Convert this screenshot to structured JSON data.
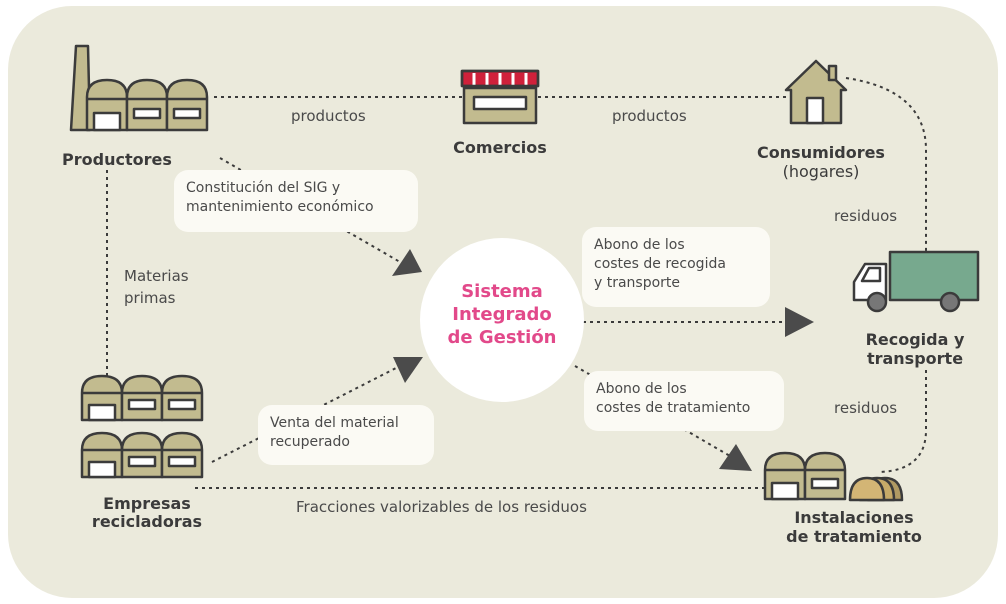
{
  "colors": {
    "background_panel": "#ebeadc",
    "building": "#c2bb8f",
    "outline": "#3b3b3b",
    "center_text": "#e2498a",
    "truck": "#77a98e",
    "awning": "#d0213b"
  },
  "nodes": {
    "productores": {
      "title": "Productores",
      "icon": "factory-icon"
    },
    "comercios": {
      "title": "Comercios",
      "icon": "shop-icon"
    },
    "consumidores": {
      "title": "Consumidores",
      "subtitle": "(hogares)",
      "icon": "house-icon"
    },
    "recogida": {
      "title_line1": "Recogida y",
      "title_line2": "transporte",
      "icon": "truck-icon"
    },
    "instalaciones": {
      "title_line1": "Instalaciones",
      "title_line2": "de tratamiento",
      "icon": "treatment-plant-icon"
    },
    "empresas": {
      "title_line1": "Empresas",
      "title_line2": "recicladoras",
      "icon": "recycling-plant-icon"
    },
    "sistema": {
      "line1": "Sistema",
      "line2": "Integrado",
      "line3": "de Gestión"
    }
  },
  "edge_labels": {
    "productos_1": "productos",
    "productos_2": "productos",
    "residuos_1": "residuos",
    "residuos_2": "residuos",
    "materias_line1": "Materias",
    "materias_line2": "primas",
    "fracciones": "Fracciones valorizables de los residuos"
  },
  "boxes": {
    "constitucion": {
      "line1": "Constitución del SIG y",
      "line2": "mantenimiento económico"
    },
    "abono_recogida": {
      "line1": "Abono de los",
      "line2": "costes de recogida",
      "line3": "y transporte"
    },
    "abono_tratamiento": {
      "line1": "Abono de los",
      "line2": "costes de tratamiento"
    },
    "venta": {
      "line1": "Venta del material",
      "line2": "recuperado"
    }
  }
}
